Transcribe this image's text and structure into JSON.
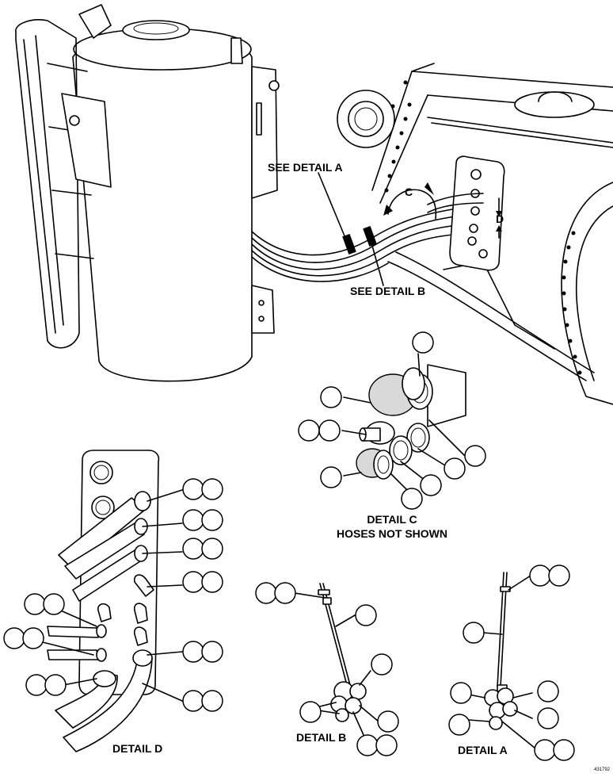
{
  "labels": {
    "see_detail_a": "SEE DETAIL A",
    "see_detail_b": "SEE DETAIL B",
    "arrow_c": "C",
    "arrow_d": "D",
    "detail_c_title": "DETAIL C",
    "detail_c_note": "HOSES NOT SHOWN",
    "detail_d": "DETAIL D",
    "detail_b": "DETAIL B",
    "detail_a": "DETAIL A",
    "figure_number": "431792"
  }
}
